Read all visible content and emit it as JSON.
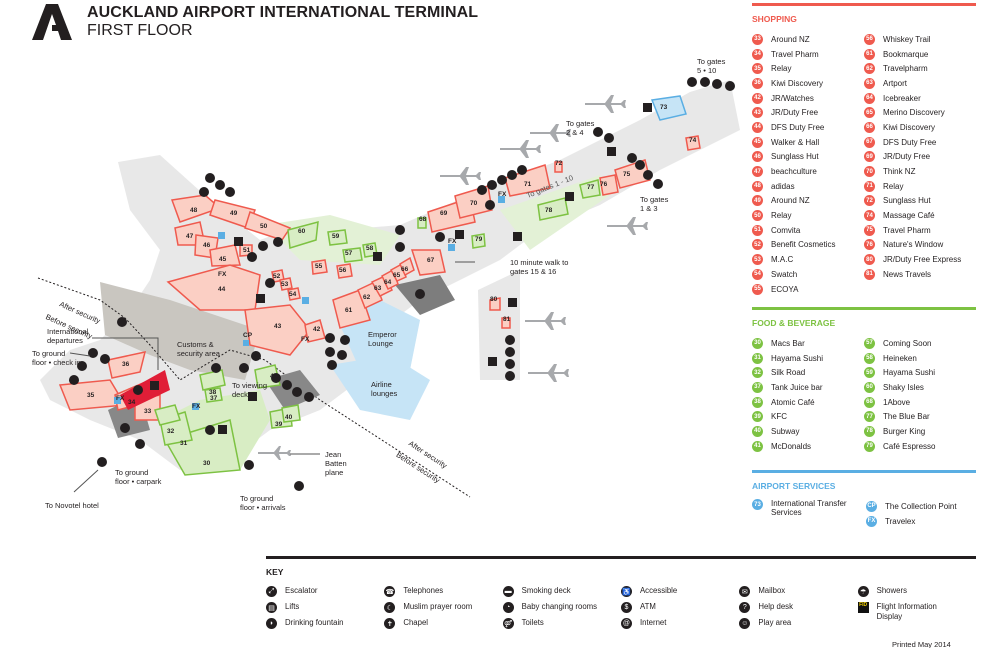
{
  "header": {
    "title": "AUCKLAND AIRPORT INTERNATIONAL TERMINAL",
    "subtitle": "FIRST FLOOR",
    "logo_icon": "auckland-airport-logo-icon"
  },
  "colors": {
    "shopping": "#ef5a4e",
    "food": "#7dc242",
    "services": "#5aaee3",
    "text": "#231f20",
    "shop_fill": "#fbcfc4",
    "food_fill": "#d8edc4",
    "lounge_fill": "#c6e4f6",
    "floor": "#e6e6e6",
    "security": "#c4c1bb",
    "fid_yellow": "#f5d400"
  },
  "legend": {
    "shopping": {
      "title": "SHOPPING",
      "col1": [
        {
          "num": "33",
          "name": "Around NZ"
        },
        {
          "num": "34",
          "name": "Travel Pharm"
        },
        {
          "num": "35",
          "name": "Relay"
        },
        {
          "num": "36",
          "name": "Kiwi Discovery"
        },
        {
          "num": "42",
          "name": "JR/Watches"
        },
        {
          "num": "43",
          "name": "JR/Duty Free"
        },
        {
          "num": "44",
          "name": "DFS Duty Free"
        },
        {
          "num": "45",
          "name": "Walker & Hall"
        },
        {
          "num": "46",
          "name": "Sunglass Hut"
        },
        {
          "num": "47",
          "name": "beachculture"
        },
        {
          "num": "48",
          "name": "adidas"
        },
        {
          "num": "49",
          "name": "Around NZ"
        },
        {
          "num": "50",
          "name": "Relay"
        },
        {
          "num": "51",
          "name": "Comvita"
        },
        {
          "num": "52",
          "name": "Benefit Cosmetics"
        },
        {
          "num": "53",
          "name": "M.A.C"
        },
        {
          "num": "54",
          "name": "Swatch"
        },
        {
          "num": "55",
          "name": "ECOYA"
        }
      ],
      "col2": [
        {
          "num": "56",
          "name": "Whiskey Trail"
        },
        {
          "num": "61",
          "name": "Bookmarque"
        },
        {
          "num": "62",
          "name": "Travelpharm"
        },
        {
          "num": "63",
          "name": "Artport"
        },
        {
          "num": "64",
          "name": "Icebreaker"
        },
        {
          "num": "65",
          "name": "Merino Discovery"
        },
        {
          "num": "66",
          "name": "Kiwi Discovery"
        },
        {
          "num": "67",
          "name": "DFS Duty Free"
        },
        {
          "num": "69",
          "name": "JR/Duty Free"
        },
        {
          "num": "70",
          "name": "Think NZ"
        },
        {
          "num": "71",
          "name": "Relay"
        },
        {
          "num": "72",
          "name": "Sunglass Hut"
        },
        {
          "num": "74",
          "name": "Massage Café"
        },
        {
          "num": "75",
          "name": "Travel Pharm"
        },
        {
          "num": "76",
          "name": "Nature's Window"
        },
        {
          "num": "80",
          "name": "JR/Duty Free Express"
        },
        {
          "num": "81",
          "name": "News Travels"
        }
      ]
    },
    "food": {
      "title": "FOOD & BEVERAGE",
      "col1": [
        {
          "num": "30",
          "name": "Macs Bar"
        },
        {
          "num": "31",
          "name": "Hayama Sushi"
        },
        {
          "num": "32",
          "name": "Silk Road"
        },
        {
          "num": "37",
          "name": "Tank Juice bar"
        },
        {
          "num": "38",
          "name": "Atomic Café"
        },
        {
          "num": "39",
          "name": "KFC"
        },
        {
          "num": "40",
          "name": "Subway"
        },
        {
          "num": "41",
          "name": "McDonalds"
        }
      ],
      "col2": [
        {
          "num": "57",
          "name": "Coming Soon"
        },
        {
          "num": "58",
          "name": "Heineken"
        },
        {
          "num": "59",
          "name": "Hayama Sushi"
        },
        {
          "num": "60",
          "name": "Shaky Isles"
        },
        {
          "num": "68",
          "name": "1Above"
        },
        {
          "num": "77",
          "name": "The Blue Bar"
        },
        {
          "num": "78",
          "name": "Burger King"
        },
        {
          "num": "79",
          "name": "Café Espresso"
        }
      ]
    },
    "services": {
      "title": "AIRPORT SERVICES",
      "col1": [
        {
          "num": "73",
          "name": "International Transfer Services"
        }
      ],
      "col2": [
        {
          "num": "CP",
          "name": "The Collection Point"
        },
        {
          "num": "FX",
          "name": "Travelex"
        }
      ]
    }
  },
  "key": {
    "title": "KEY",
    "columns": [
      [
        {
          "icon": "escalator-icon",
          "glyph": "⤢",
          "label": "Escalator"
        },
        {
          "icon": "lift-icon",
          "glyph": "▤",
          "label": "Lifts"
        },
        {
          "icon": "drinking-fountain-icon",
          "glyph": "◗",
          "label": "Drinking fountain"
        }
      ],
      [
        {
          "icon": "telephone-icon",
          "glyph": "☎",
          "label": "Telephones"
        },
        {
          "icon": "prayer-room-icon",
          "glyph": "☾",
          "label": "Muslim prayer room"
        },
        {
          "icon": "chapel-icon",
          "glyph": "✝",
          "label": "Chapel"
        }
      ],
      [
        {
          "icon": "smoking-deck-icon",
          "glyph": "▬",
          "label": "Smoking deck"
        },
        {
          "icon": "baby-change-icon",
          "glyph": "◔",
          "label": "Baby changing rooms"
        },
        {
          "icon": "toilets-icon",
          "glyph": "⚤",
          "label": "Toilets"
        }
      ],
      [
        {
          "icon": "accessible-icon",
          "glyph": "♿",
          "label": "Accessible"
        },
        {
          "icon": "atm-icon",
          "glyph": "$",
          "label": "ATM"
        },
        {
          "icon": "internet-icon",
          "glyph": "@",
          "label": "Internet"
        }
      ],
      [
        {
          "icon": "mailbox-icon",
          "glyph": "✉",
          "label": "Mailbox"
        },
        {
          "icon": "help-desk-icon",
          "glyph": "?",
          "label": "Help desk"
        },
        {
          "icon": "play-area-icon",
          "glyph": "☺",
          "label": "Play area"
        }
      ],
      [
        {
          "icon": "showers-icon",
          "glyph": "☂",
          "label": "Showers"
        },
        {
          "icon": "flight-info-display-icon",
          "glyph": "FID",
          "label": "Flight Information Display"
        }
      ]
    ]
  },
  "map": {
    "labels": {
      "international_departures": "International departures",
      "to_ground_checkin": "To ground floor • check in",
      "customs": "Customs & security area",
      "to_viewing_deck": "To viewing deck",
      "to_ground_carpark": "To ground floor • carpark",
      "to_novotel": "To Novotel hotel",
      "to_ground_arrivals": "To ground floor • arrivals",
      "jean_batten": "Jean Batten plane",
      "after_security": "After security",
      "before_security": "Before security",
      "emperor_lounge": "Emperor Lounge",
      "airline_lounges": "Airline lounges",
      "to_gates_5_10": "To gates 5 • 10",
      "to_gates_2_4": "To gates 2 & 4",
      "to_gates_1_3": "To gates 1 & 3",
      "to_gates_1_10": "To gates 1 - 10",
      "walk_15_16": "10 minute walk to gates 15 & 16",
      "cp": "CP",
      "fx": "FX"
    },
    "units": [
      {
        "num": "30",
        "type": "food"
      },
      {
        "num": "31",
        "type": "food"
      },
      {
        "num": "32",
        "type": "food"
      },
      {
        "num": "33",
        "type": "shop"
      },
      {
        "num": "34",
        "type": "shop"
      },
      {
        "num": "35",
        "type": "shop"
      },
      {
        "num": "36",
        "type": "shop"
      },
      {
        "num": "37",
        "type": "food"
      },
      {
        "num": "38",
        "type": "food"
      },
      {
        "num": "39",
        "type": "food"
      },
      {
        "num": "40",
        "type": "food"
      },
      {
        "num": "41",
        "type": "food"
      },
      {
        "num": "42",
        "type": "shop"
      },
      {
        "num": "43",
        "type": "shop"
      },
      {
        "num": "44",
        "type": "shop"
      },
      {
        "num": "45",
        "type": "shop"
      },
      {
        "num": "46",
        "type": "shop"
      },
      {
        "num": "47",
        "type": "shop"
      },
      {
        "num": "48",
        "type": "shop"
      },
      {
        "num": "49",
        "type": "shop"
      },
      {
        "num": "50",
        "type": "shop"
      },
      {
        "num": "51",
        "type": "shop"
      },
      {
        "num": "52",
        "type": "shop"
      },
      {
        "num": "53",
        "type": "shop"
      },
      {
        "num": "54",
        "type": "shop"
      },
      {
        "num": "55",
        "type": "shop"
      },
      {
        "num": "56",
        "type": "shop"
      },
      {
        "num": "57",
        "type": "food"
      },
      {
        "num": "58",
        "type": "food"
      },
      {
        "num": "59",
        "type": "food"
      },
      {
        "num": "60",
        "type": "food"
      },
      {
        "num": "61",
        "type": "shop"
      },
      {
        "num": "62",
        "type": "shop"
      },
      {
        "num": "63",
        "type": "shop"
      },
      {
        "num": "64",
        "type": "shop"
      },
      {
        "num": "65",
        "type": "shop"
      },
      {
        "num": "66",
        "type": "shop"
      },
      {
        "num": "67",
        "type": "shop"
      },
      {
        "num": "68",
        "type": "food"
      },
      {
        "num": "69",
        "type": "shop"
      },
      {
        "num": "70",
        "type": "shop"
      },
      {
        "num": "71",
        "type": "shop"
      },
      {
        "num": "72",
        "type": "shop"
      },
      {
        "num": "73",
        "type": "service"
      },
      {
        "num": "74",
        "type": "shop"
      },
      {
        "num": "75",
        "type": "shop"
      },
      {
        "num": "76",
        "type": "shop"
      },
      {
        "num": "77",
        "type": "food"
      },
      {
        "num": "78",
        "type": "food"
      },
      {
        "num": "79",
        "type": "food"
      },
      {
        "num": "80",
        "type": "shop"
      },
      {
        "num": "81",
        "type": "shop"
      }
    ]
  },
  "footer": {
    "printed": "Printed May 2014"
  }
}
